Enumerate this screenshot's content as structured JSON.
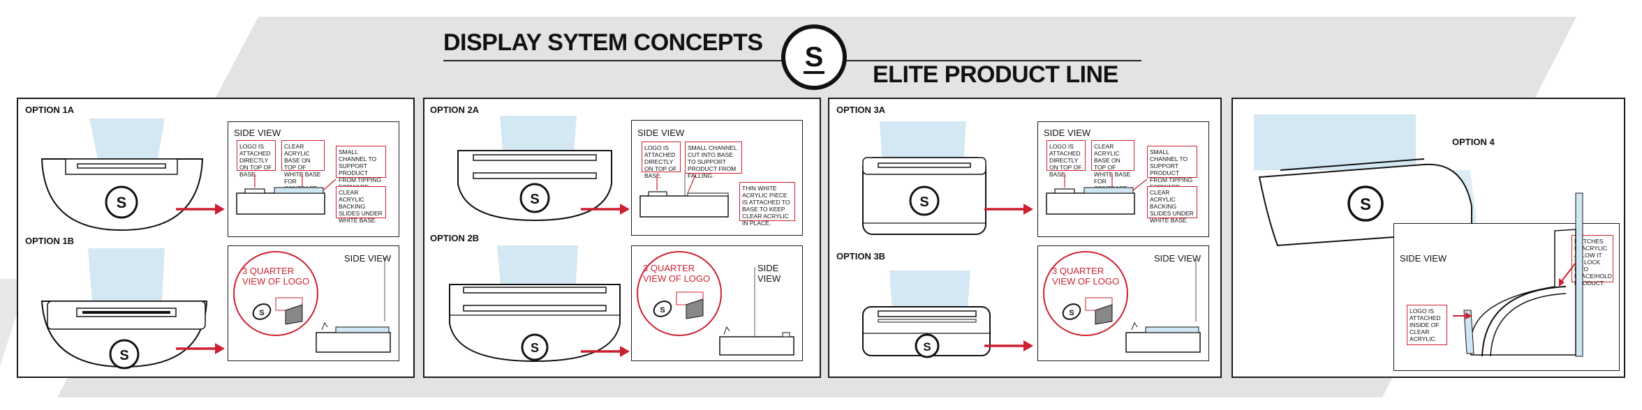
{
  "header": {
    "title": "DISPLAY SYTEM CONCEPTS",
    "subtitle": "ELITE PRODUCT LINE",
    "logo_letter": "S"
  },
  "colors": {
    "accent": "#cc1f2f",
    "banner": "#e3e3e3",
    "acrylic": "#cfe6f3",
    "line": "#1a1a1a"
  },
  "panels": {
    "p1": {
      "top_label": "OPTION 1A",
      "bottom_label": "OPTION 1B",
      "side_view": "SIDE VIEW",
      "notes": [
        "LOGO IS ATTACHED DIRECTLY ON TOP OF BASE.",
        "CLEAR ACRYLIC BASE ON TOP OF WHITE BASE FOR CONTRAST.",
        "SMALL CHANNEL TO SUPPORT PRODUCT FROM TIPPING FORWARD.",
        "CLEAR ACRYLIC BACKING SLIDES UNDER WHITE BASE."
      ],
      "quarter_view": "3 QUARTER VIEW OF LOGO"
    },
    "p2": {
      "top_label": "OPTION 2A",
      "bottom_label": "OPTION 2B",
      "side_view": "SIDE VIEW",
      "notes": [
        "LOGO IS ATTACHED DIRECTLY ON TOP OF BASE.",
        "SMALL CHANNEL CUT INTO BASE TO SUPPORT PRODUCT FROM FALLING.",
        "THIN WHITE ACRYLIC PIECE IS ATTACHED TO BASE TO KEEP CLEAR ACRYLIC IN PLACE."
      ],
      "quarter_view": "3 QUARTER VIEW OF LOGO"
    },
    "p3": {
      "top_label": "OPTION 3A",
      "bottom_label": "OPTION 3B",
      "side_view": "SIDE VIEW",
      "notes": [
        "LOGO IS ATTACHED DIRECTLY ON TOP OF BASE.",
        "CLEAR ACRYLIC BASE ON TOP OF WHITE BASE FOR CONTRAST.",
        "SMALL CHANNEL TO SUPPORT PRODUCT FROM TIPPING FORWARD.",
        "CLEAR ACRYLIC BACKING SLIDES UNDER WHITE BASE."
      ],
      "quarter_view": "3 QUARTER VIEW OF LOGO"
    },
    "p4": {
      "label": "OPTION 4",
      "side_view": "SIDE VIEW",
      "notes": [
        "NOTCHES IN ACRYLIC ALLOW IT TO LOCK INTO PLACE/HOLD PRODUCT.",
        "LOGO IS ATTACHED INSIDE OF CLEAR ACRYLIC."
      ]
    }
  }
}
